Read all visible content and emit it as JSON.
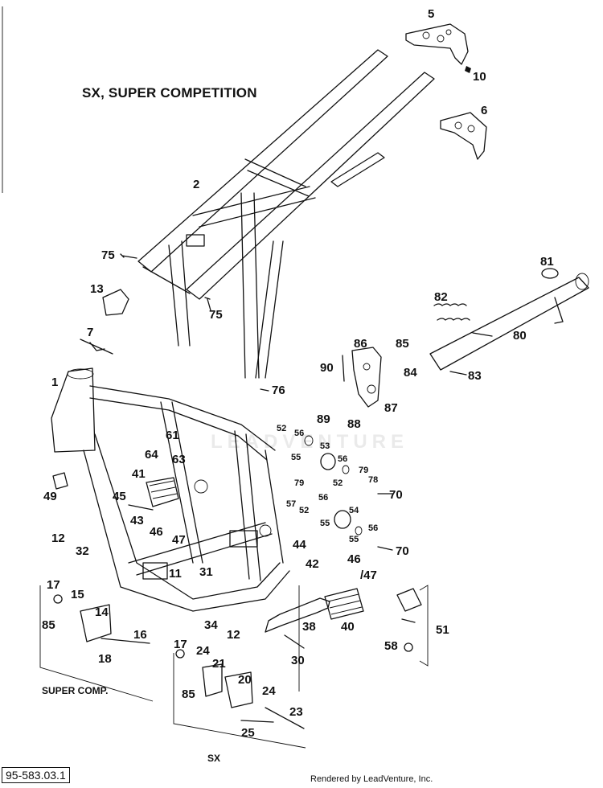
{
  "title": "SX, SUPER COMPETITION",
  "doc_number": "95-583.03.1",
  "credit": "Rendered by LeadVenture, Inc.",
  "watermark": "LEADVENTURE",
  "group_labels": {
    "super_comp": "SUPER COMP.",
    "sx": "SX"
  },
  "callouts": [
    {
      "id": "c5",
      "text": "5"
    },
    {
      "id": "c10",
      "text": "10"
    },
    {
      "id": "c6",
      "text": "6"
    },
    {
      "id": "c2",
      "text": "2"
    },
    {
      "id": "c75a",
      "text": "75"
    },
    {
      "id": "c75b",
      "text": "75"
    },
    {
      "id": "c13",
      "text": "13"
    },
    {
      "id": "c7",
      "text": "7"
    },
    {
      "id": "c1",
      "text": "1"
    },
    {
      "id": "c49",
      "text": "49"
    },
    {
      "id": "c81",
      "text": "81"
    },
    {
      "id": "c82",
      "text": "82"
    },
    {
      "id": "c80",
      "text": "80"
    },
    {
      "id": "c85a",
      "text": "85"
    },
    {
      "id": "c84",
      "text": "84"
    },
    {
      "id": "c83",
      "text": "83"
    },
    {
      "id": "c86",
      "text": "86"
    },
    {
      "id": "c90",
      "text": "90"
    },
    {
      "id": "c76",
      "text": "76"
    },
    {
      "id": "c87",
      "text": "87"
    },
    {
      "id": "c89",
      "text": "89"
    },
    {
      "id": "c88",
      "text": "88"
    },
    {
      "id": "c52a",
      "text": "52"
    },
    {
      "id": "c56a",
      "text": "56"
    },
    {
      "id": "c53",
      "text": "53"
    },
    {
      "id": "c55a",
      "text": "55"
    },
    {
      "id": "c56b",
      "text": "56"
    },
    {
      "id": "c79a",
      "text": "79"
    },
    {
      "id": "c78",
      "text": "78"
    },
    {
      "id": "c52b",
      "text": "52"
    },
    {
      "id": "c70a",
      "text": "70"
    },
    {
      "id": "c61",
      "text": "61"
    },
    {
      "id": "c64",
      "text": "64"
    },
    {
      "id": "c63",
      "text": "63"
    },
    {
      "id": "c41",
      "text": "41"
    },
    {
      "id": "c45",
      "text": "45"
    },
    {
      "id": "c43",
      "text": "43"
    },
    {
      "id": "c46a",
      "text": "46"
    },
    {
      "id": "c47a",
      "text": "47"
    },
    {
      "id": "c79b",
      "text": "79"
    },
    {
      "id": "c57",
      "text": "57"
    },
    {
      "id": "c52c",
      "text": "52"
    },
    {
      "id": "c56c",
      "text": "56"
    },
    {
      "id": "c54",
      "text": "54"
    },
    {
      "id": "c55b",
      "text": "55"
    },
    {
      "id": "c56d",
      "text": "56"
    },
    {
      "id": "c55c",
      "text": "55"
    },
    {
      "id": "c70b",
      "text": "70"
    },
    {
      "id": "c12a",
      "text": "12"
    },
    {
      "id": "c32",
      "text": "32"
    },
    {
      "id": "c44",
      "text": "44"
    },
    {
      "id": "c42",
      "text": "42"
    },
    {
      "id": "c46b",
      "text": "46"
    },
    {
      "id": "c47b",
      "text": "/47"
    },
    {
      "id": "c11",
      "text": "11"
    },
    {
      "id": "c31",
      "text": "31"
    },
    {
      "id": "c17a",
      "text": "17"
    },
    {
      "id": "c15",
      "text": "15"
    },
    {
      "id": "c14",
      "text": "14"
    },
    {
      "id": "c85b",
      "text": "85"
    },
    {
      "id": "c16",
      "text": "16"
    },
    {
      "id": "c18",
      "text": "18"
    },
    {
      "id": "c34",
      "text": "34"
    },
    {
      "id": "c12b",
      "text": "12"
    },
    {
      "id": "c38",
      "text": "38"
    },
    {
      "id": "c40",
      "text": "40"
    },
    {
      "id": "c51",
      "text": "51"
    },
    {
      "id": "c58",
      "text": "58"
    },
    {
      "id": "c30",
      "text": "30"
    },
    {
      "id": "c17b",
      "text": "17"
    },
    {
      "id": "c24a",
      "text": "24"
    },
    {
      "id": "c21",
      "text": "21"
    },
    {
      "id": "c20",
      "text": "20"
    },
    {
      "id": "c24b",
      "text": "24"
    },
    {
      "id": "c85c",
      "text": "85"
    },
    {
      "id": "c23",
      "text": "23"
    },
    {
      "id": "c25",
      "text": "25"
    }
  ]
}
